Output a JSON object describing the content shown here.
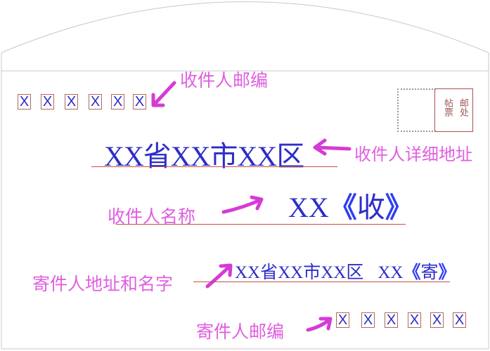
{
  "envelope": {
    "border_color": "#c8c8c8",
    "recipient_zip": {
      "boxes": [
        "X",
        "X",
        "X",
        "X",
        "X",
        "X"
      ],
      "annotation": "收件人邮编"
    },
    "stamp": {
      "line1": "邮处",
      "line2": "帖票"
    },
    "recipient_address": {
      "value": "XX省XX市XX区",
      "annotation": "收件人详细地址"
    },
    "recipient_name": {
      "annotation": "收件人名称",
      "name": "XX",
      "bracket_open": "《",
      "suffix": "收",
      "bracket_close": "》"
    },
    "sender_line": {
      "annotation": "寄件人地址和名字",
      "address": "XX省XX市XX区",
      "name": "XX",
      "bracket_open": "《",
      "suffix": "寄",
      "bracket_close": "》"
    },
    "sender_zip": {
      "annotation": "寄件人邮编",
      "boxes": [
        "X",
        "X",
        "X",
        "X",
        "X",
        "X"
      ]
    }
  },
  "colors": {
    "annotation": "#e05ee0",
    "arrow": "#d63bd6",
    "handwriting": "#2d2dc8",
    "underline": "#c0504a",
    "zip_border": "#b06a5e"
  }
}
